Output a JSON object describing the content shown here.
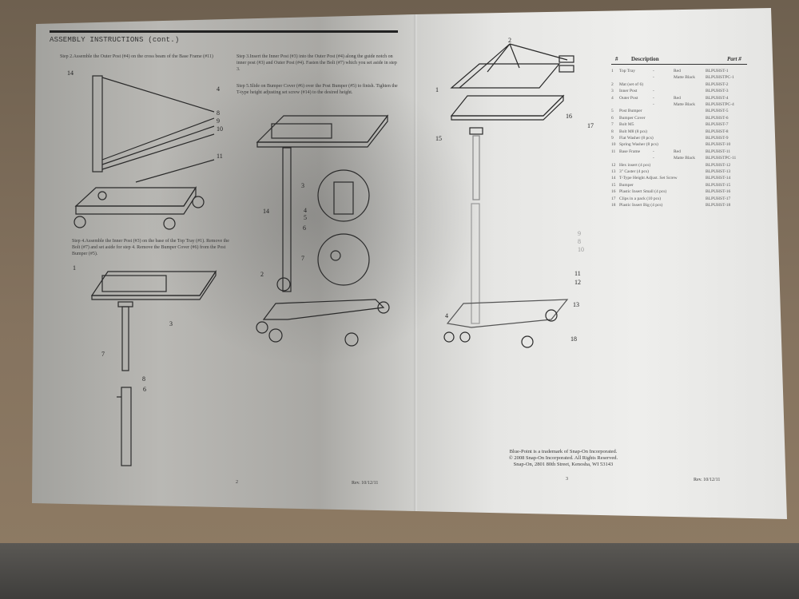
{
  "left_page": {
    "title": "ASSEMBLY INSTRUCTIONS (cont.)",
    "step2": "Step 2.Assemble the Outer Post (#4) on the cross beam of the Base Frame (#11)",
    "step3": "Step 3.Insert the Inner Post (#3) into the Outer Post (#4) along the guide notch on inner post (#3) and Outer Post (#4). Fasten the Bolt (#7) which you set aside in step 3.",
    "step5": "Step 5.Slide on Bumper Cover (#6) over the Post Bumper (#5) to finish. Tighten the T-type height adjusting set screw (#14) to the desired height.",
    "step4": "Step 4.Assemble the Inner Post (#3) on the base of the Top Tray (#1). Remove the Bolt (#7) and set aside for step 4. Remove the Bumper Cover (#6) from the Post Bumper (#5).",
    "page_number": "2",
    "rev": "Rev. 10/12/11",
    "callouts_top": [
      "14",
      "4",
      "8",
      "9",
      "10",
      "11"
    ],
    "callouts_bottom": [
      "1",
      "3",
      "7",
      "8",
      "6"
    ],
    "callouts_middle": [
      "3",
      "14",
      "4",
      "5",
      "6",
      "7",
      "2"
    ]
  },
  "right_page": {
    "table": {
      "headers": {
        "num": "#",
        "desc": "Description",
        "part": "Part #"
      },
      "rows": [
        {
          "num": "1",
          "desc": "Top Tray",
          "dash": "-",
          "color": "Red",
          "part": "BLPUHST-1"
        },
        {
          "num": "",
          "desc": "",
          "dash": "-",
          "color": "Matte Black",
          "part": "BLPUHSTPC-1"
        },
        {
          "num": "2",
          "desc": "Mat (set of 6)",
          "dash": "",
          "color": "",
          "part": "BLPUHST-2"
        },
        {
          "num": "3",
          "desc": "Inner Post",
          "dash": "-",
          "color": "",
          "part": "BLPUHST-3"
        },
        {
          "num": "4",
          "desc": "Outer Post",
          "dash": "-",
          "color": "Red",
          "part": "BLPUHST-4"
        },
        {
          "num": "",
          "desc": "",
          "dash": "-",
          "color": "Matte Black",
          "part": "BLPUHSTPC-4"
        },
        {
          "num": "5",
          "desc": "Post Bumper",
          "dash": "",
          "color": "",
          "part": "BLPUHST-5"
        },
        {
          "num": "6",
          "desc": "Bumper Cover",
          "dash": "",
          "color": "",
          "part": "BLPUHST-6"
        },
        {
          "num": "7",
          "desc": "Bolt M5",
          "dash": "",
          "color": "",
          "part": "BLPUHST-7"
        },
        {
          "num": "8",
          "desc": "Bolt M8 (8 pcs)",
          "dash": "",
          "color": "",
          "part": "BLPUHST-8"
        },
        {
          "num": "9",
          "desc": "Flat Washer (8 pcs)",
          "dash": "",
          "color": "",
          "part": "BLPUHST-9"
        },
        {
          "num": "10",
          "desc": "Spring Washer (8 pcs)",
          "dash": "",
          "color": "",
          "part": "BLPUHST-10"
        },
        {
          "num": "11",
          "desc": "Base Frame",
          "dash": "-",
          "color": "Red",
          "part": "BLPUHST-11"
        },
        {
          "num": "",
          "desc": "",
          "dash": "-",
          "color": "Matte Black",
          "part": "BLPUHSTPC-11"
        },
        {
          "num": "12",
          "desc": "Hex insert (4 pcs)",
          "dash": "",
          "color": "",
          "part": "BLPUHST-12"
        },
        {
          "num": "13",
          "desc": "3\" Caster (4 pcs)",
          "dash": "",
          "color": "",
          "part": "BLPUHST-13"
        },
        {
          "num": "14",
          "desc": "T-Type Height Adjust. Set Screw",
          "dash": "",
          "color": "",
          "part": "BLPUHST-14"
        },
        {
          "num": "15",
          "desc": "Bumper",
          "dash": "",
          "color": "",
          "part": "BLPUHST-15"
        },
        {
          "num": "16",
          "desc": "Plastic Insert Small (4 pcs)",
          "dash": "",
          "color": "",
          "part": "BLPUHST-16"
        },
        {
          "num": "17",
          "desc": "Clips in a pack (10 pcs)",
          "dash": "",
          "color": "",
          "part": "BLPUHST-17"
        },
        {
          "num": "18",
          "desc": "Plastic Insert Big (4 pcs)",
          "dash": "",
          "color": "",
          "part": "BLPUHST-18"
        }
      ]
    },
    "callouts": [
      "2",
      "1",
      "15",
      "16",
      "17",
      "9",
      "8",
      "10",
      "11",
      "12",
      "13",
      "18",
      "4"
    ],
    "footer": {
      "line1": "Blue-Point is a trademark of Snap-On Incorporated.",
      "line2": "© 2008 Snap-On Incorporated. All Rights Reserved.",
      "line3": "Snap-On, 2801 80th Street, Kenosha, WI 53143"
    },
    "page_number": "3",
    "rev": "Rev. 10/12/11"
  }
}
